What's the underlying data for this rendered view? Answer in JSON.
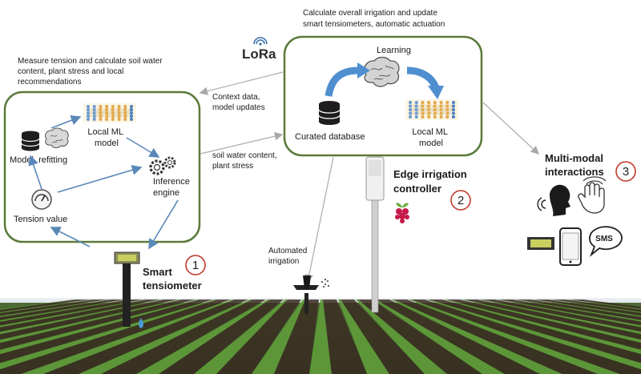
{
  "top_caption": [
    "Calculate overall irrigation and update",
    "smart tensiometers, automatic actuation"
  ],
  "left_caption": [
    "Measure tension and calculate soil water",
    "content, plant stress and local",
    "recommendations"
  ],
  "lora_label": "LoRa",
  "tensiometer_box": {
    "local_ml_model": [
      "Local ML",
      "model"
    ],
    "model_refitting": "Model  refitting",
    "inference_engine": [
      "Inference",
      "engine"
    ],
    "tension_value": "Tension value"
  },
  "edge_box": {
    "learning": "Learning",
    "curated_database": "Curated database",
    "local_ml_model": [
      "Local ML",
      "model"
    ]
  },
  "flows": {
    "context_data": [
      "Context data,",
      "model updates"
    ],
    "soil_water": [
      "soil water content,",
      "plant stress"
    ],
    "automated_irrigation": [
      "Automated",
      "irrigation"
    ]
  },
  "components": {
    "smart_tensiometer": {
      "label": [
        "Smart",
        "tensiometer"
      ],
      "number": "1"
    },
    "edge_controller": {
      "label": [
        "Edge irrigation",
        "controller"
      ],
      "number": "2"
    },
    "multimodal": {
      "label": [
        "Multi-modal",
        "interactions"
      ],
      "number": "3"
    }
  },
  "sms_label": "SMS",
  "colors": {
    "box_border": "#5b7a3a",
    "arrow_blue": "#4f8fd0",
    "arrow_grey": "#b0b0b0",
    "circle_red": "#c0392b",
    "field_green": "#3f7a2a",
    "soil": "#3a2c22",
    "sky": "#dfe6ee"
  },
  "icons": [
    "database-icon",
    "brain-icon",
    "neural-network-icon",
    "gears-icon",
    "gauge-icon",
    "lora-icon",
    "raspberry-pi-icon",
    "sprinkler-icon",
    "voice-icon",
    "gesture-icon",
    "lcd-icon",
    "smartphone-icon",
    "sms-icon",
    "water-drop-icon"
  ]
}
